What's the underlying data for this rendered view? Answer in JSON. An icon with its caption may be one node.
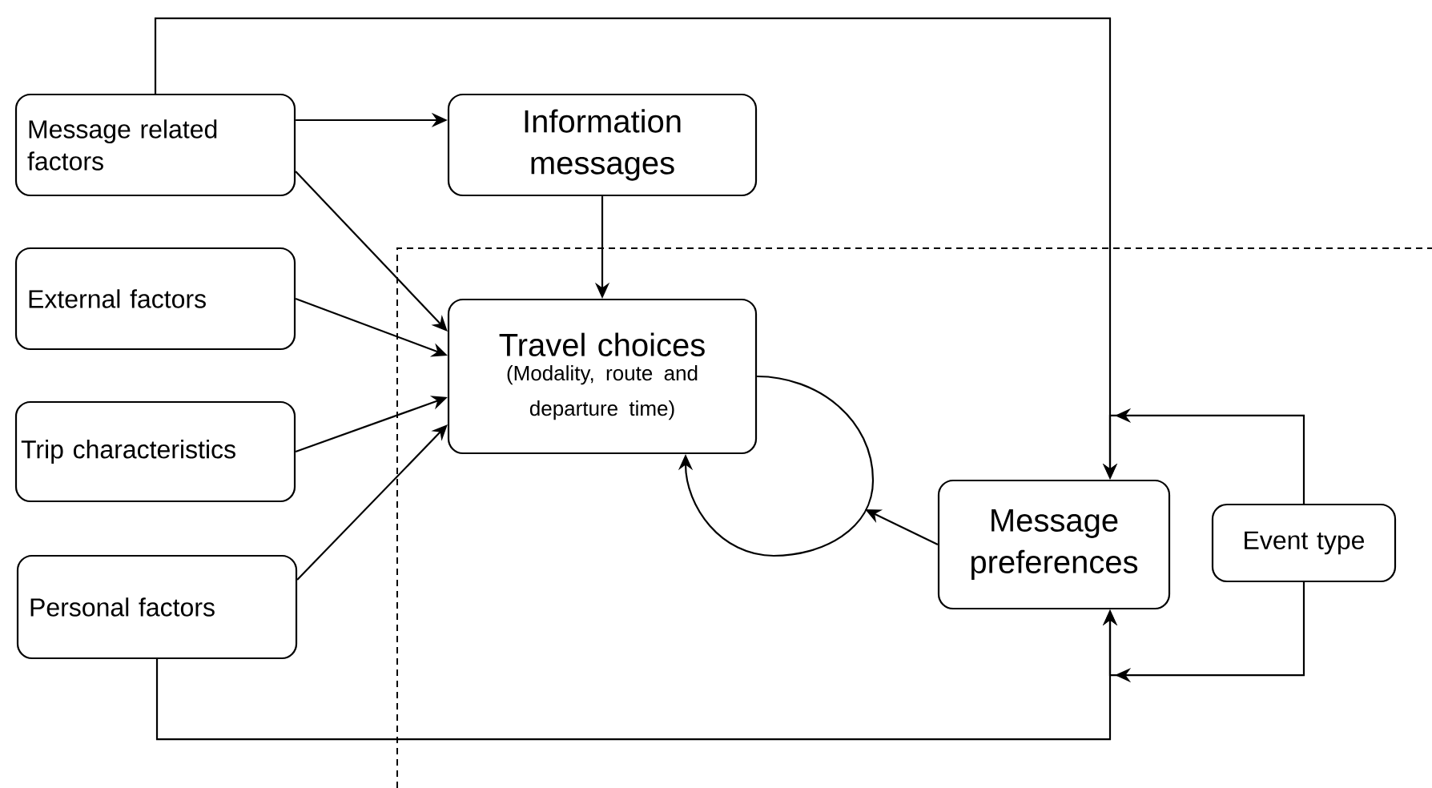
{
  "diagram": {
    "nodes": [
      {
        "text": [
          "Message related factors"
        ]
      },
      {
        "text": [
          "Information messages"
        ]
      },
      {
        "text": [
          "External factors"
        ]
      },
      {
        "text": [
          "Travel choices",
          "(Modality, route and departure time)"
        ]
      },
      {
        "text": [
          "Trip characteristics"
        ]
      },
      {
        "text": [
          "Personal factors"
        ]
      },
      {
        "text": [
          "Message preferences"
        ]
      },
      {
        "text": [
          "Event type"
        ]
      }
    ],
    "edges": [
      {
        "from": 0,
        "to": 1,
        "arrow": "to"
      },
      {
        "from": 0,
        "to": 3,
        "arrow": "to"
      },
      {
        "from": 1,
        "to": 3,
        "arrow": "to"
      },
      {
        "from": 2,
        "to": 3,
        "arrow": "to"
      },
      {
        "from": 4,
        "to": 3,
        "arrow": "to"
      },
      {
        "from": 5,
        "to": 3,
        "arrow": "to"
      },
      {
        "from": 0,
        "to": 6,
        "arrow": "to"
      },
      {
        "from": 5,
        "to": 6,
        "arrow": "to"
      },
      {
        "from": 7,
        "to": 6,
        "arrow": "to"
      },
      {
        "from": 7,
        "to": 6,
        "arrow": "to"
      },
      {
        "from": 6,
        "to": null,
        "arrow": "to"
      },
      {
        "from": 3,
        "to": 3,
        "arrow": "to"
      }
    ]
  }
}
